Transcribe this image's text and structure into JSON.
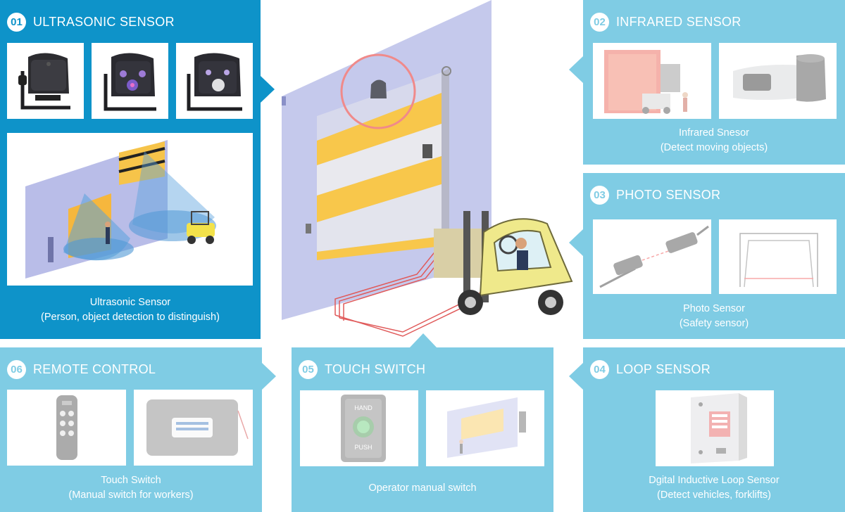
{
  "colors": {
    "active_panel": "#0e93c9",
    "inactive_panel": "#7fcce4",
    "door_stripe": "#f8c74b",
    "highlight_ring": "#f08a8a"
  },
  "panels": {
    "ultrasonic": {
      "number": "01",
      "title": "ULTRASONIC SENSOR",
      "caption_line1": "Ultrasonic Sensor",
      "caption_line2": "(Person, object detection to distinguish)",
      "state": "active"
    },
    "infrared": {
      "number": "02",
      "title": "INFRARED SENSOR",
      "caption_line1": "Infrared Snesor",
      "caption_line2": "(Detect moving objects)",
      "state": "inactive"
    },
    "photo": {
      "number": "03",
      "title": "PHOTO SENSOR",
      "caption_line1": "Photo Sensor",
      "caption_line2": "(Safety sensor)",
      "state": "inactive"
    },
    "loop": {
      "number": "04",
      "title": "LOOP SENSOR",
      "caption_line1": "Dgital Inductive Loop Sensor",
      "caption_line2": "(Detect vehicles, forklifts)",
      "state": "inactive"
    },
    "touch": {
      "number": "05",
      "title": "TOUCH SWITCH",
      "caption_line1": "Operator manual switch",
      "state": "inactive",
      "push_label_top": "HAND",
      "push_label_bottom": "PUSH"
    },
    "remote": {
      "number": "06",
      "title": "REMOTE CONTROL",
      "caption_line1": "Touch Switch",
      "caption_line2": "(Manual switch for workers)",
      "state": "inactive"
    }
  }
}
